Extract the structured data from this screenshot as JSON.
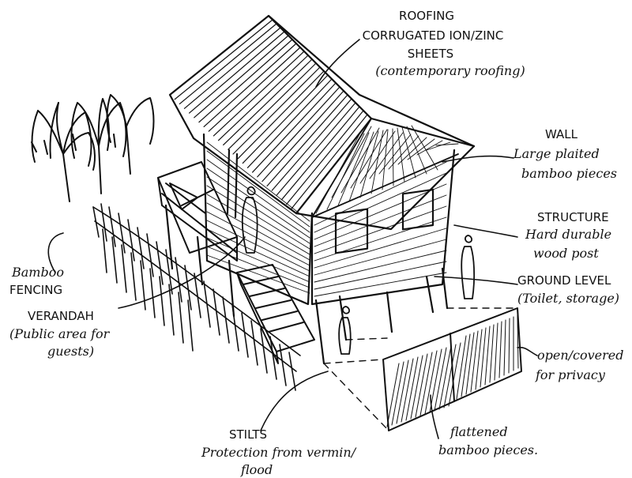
{
  "colors": {
    "ink": "#111111",
    "paper": "#ffffff"
  },
  "labels": {
    "roofing": [
      "ROOFING",
      "CORRUGATED ION/ZINC",
      "SHEETS",
      "(contemporary roofing)"
    ],
    "wall": [
      "WALL",
      "Large plaited",
      "bamboo pieces"
    ],
    "structure": [
      "STRUCTURE",
      "Hard durable",
      "wood post"
    ],
    "ground": [
      "GROUND LEVEL",
      "(Toilet, storage)"
    ],
    "bamboo_fencing": [
      "Bamboo",
      "FENCING"
    ],
    "verandah": [
      "VERANDAH",
      "(Public area for",
      "guests)"
    ],
    "privacy": [
      "open/covered",
      "for privacy"
    ],
    "stilts": [
      "STILTS",
      "Protection from vermin/",
      "flood"
    ],
    "flattened": [
      "flattened",
      "bamboo pieces."
    ]
  }
}
